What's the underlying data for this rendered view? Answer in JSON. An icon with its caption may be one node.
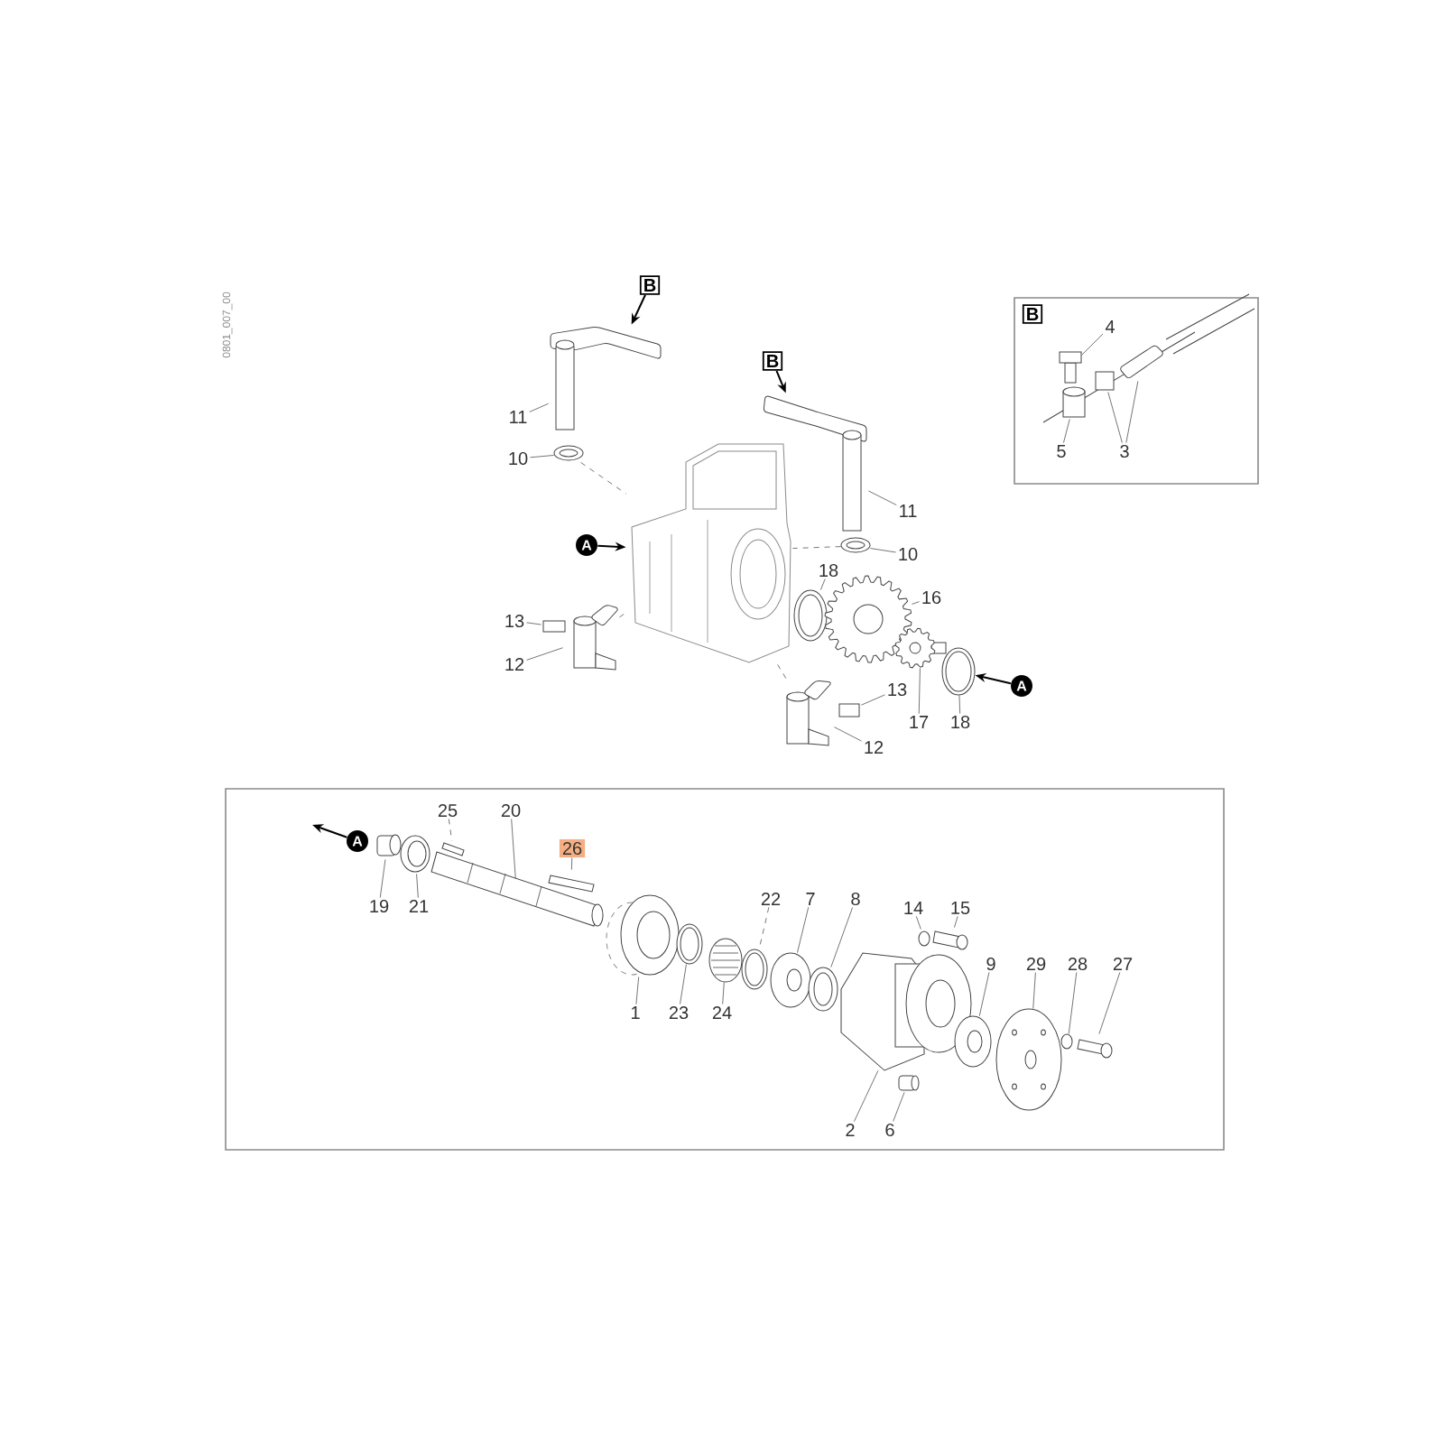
{
  "diagram": {
    "nodes": [
      {
        "text": [
          "B"
        ]
      },
      {
        "text": [
          "B"
        ]
      },
      {
        "text": [],
        "shape": "picture"
      },
      {
        "text": [],
        "shape": "picture"
      },
      {
        "text": [],
        "shape": "picture"
      },
      {
        "text": [],
        "shape": "picture"
      },
      {
        "text": [],
        "shape": "picture"
      },
      {
        "text": [
          "A"
        ]
      },
      {
        "text": [],
        "shape": "picture"
      },
      {
        "text": [],
        "shape": "picture"
      },
      {
        "text": [],
        "shape": "picture"
      },
      {
        "text": [],
        "shape": "picture"
      },
      {
        "text": [
          "A"
        ]
      },
      {
        "text": [],
        "shape": "picture"
      },
      {
        "text": [],
        "shape": "cylinder"
      },
      {
        "text": [],
        "shape": "picture"
      },
      {
        "text": [],
        "shape": "cylinder"
      },
      {
        "text": [
          "11"
        ]
      },
      {
        "text": [
          "10"
        ]
      },
      {
        "text": [
          "11"
        ]
      },
      {
        "text": [
          "10"
        ]
      },
      {
        "text": [
          "18"
        ]
      },
      {
        "text": [
          "16"
        ]
      },
      {
        "text": [
          "17"
        ]
      },
      {
        "text": [
          "18"
        ]
      },
      {
        "text": [
          "13"
        ]
      },
      {
        "text": [
          "12"
        ]
      },
      {
        "text": [
          "13"
        ]
      },
      {
        "text": [
          "12"
        ]
      },
      {
        "text": [],
        "shape": "box"
      },
      {
        "text": [
          "B"
        ],
        "in": 29
      },
      {
        "text": [],
        "shape": "picture",
        "in": 29
      },
      {
        "text": [],
        "shape": "cylinder",
        "in": 29
      },
      {
        "text": [],
        "shape": "box",
        "in": 29
      },
      {
        "text": [],
        "shape": "picture",
        "in": 29
      },
      {
        "text": [
          "4"
        ],
        "in": 29
      },
      {
        "text": [
          "5"
        ],
        "in": 29
      },
      {
        "text": [
          "3"
        ],
        "in": 29
      },
      {
        "text": [],
        "shape": "box"
      },
      {
        "text": [
          "A"
        ],
        "in": 38
      },
      {
        "text": [],
        "shape": "cylinder",
        "in": 38
      },
      {
        "text": [],
        "shape": "picture",
        "in": 38
      },
      {
        "text": [],
        "shape": "bar",
        "in": 38
      },
      {
        "text": [],
        "shape": "picture",
        "in": 38
      },
      {
        "text": [],
        "shape": "bar",
        "in": 38
      },
      {
        "text": [],
        "shape": "picture",
        "in": 38
      },
      {
        "text": [],
        "shape": "picture",
        "in": 38
      },
      {
        "text": [],
        "shape": "picture",
        "in": 38
      },
      {
        "text": [],
        "shape": "picture",
        "in": 38
      },
      {
        "text": [],
        "shape": "picture",
        "in": 38
      },
      {
        "text": [],
        "shape": "picture",
        "in": 38
      },
      {
        "text": [],
        "shape": "picture",
        "in": 38
      },
      {
        "text": [],
        "shape": "circle",
        "in": 38
      },
      {
        "text": [],
        "shape": "cylinder",
        "in": 38
      },
      {
        "text": [],
        "shape": "cylinder",
        "in": 38
      },
      {
        "text": [],
        "shape": "picture",
        "in": 38
      },
      {
        "text": [],
        "shape": "picture",
        "in": 38
      },
      {
        "text": [],
        "shape": "circle",
        "in": 38
      },
      {
        "text": [],
        "shape": "cylinder",
        "in": 38
      },
      {
        "text": [
          "19"
        ],
        "in": 38
      },
      {
        "text": [
          "21"
        ],
        "in": 38
      },
      {
        "text": [
          "25"
        ],
        "in": 38
      },
      {
        "text": [
          "20"
        ],
        "in": 38
      },
      {
        "text": [
          "26"
        ],
        "in": 38
      },
      {
        "text": [
          "1"
        ],
        "in": 38
      },
      {
        "text": [
          "23"
        ],
        "in": 38
      },
      {
        "text": [
          "24"
        ],
        "in": 38
      },
      {
        "text": [
          "22"
        ],
        "in": 38
      },
      {
        "text": [
          "7"
        ],
        "in": 38
      },
      {
        "text": [
          "8"
        ],
        "in": 38
      },
      {
        "text": [
          "2"
        ],
        "in": 38
      },
      {
        "text": [
          "14"
        ],
        "in": 38
      },
      {
        "text": [
          "15"
        ],
        "in": 38
      },
      {
        "text": [
          "6"
        ],
        "in": 38
      },
      {
        "text": [
          "9"
        ],
        "in": 38
      },
      {
        "text": [
          "29"
        ],
        "in": 38
      },
      {
        "text": [
          "28"
        ],
        "in": 38
      },
      {
        "text": [
          "27"
        ],
        "in": 38
      }
    ],
    "edges": [
      {
        "from": 0,
        "to": 2,
        "arrow": "to",
        "color": "#000000"
      },
      {
        "from": 1,
        "to": 4,
        "arrow": "to",
        "color": "#000000"
      },
      {
        "from": 7,
        "to": 6,
        "arrow": "to",
        "color": "#000000"
      },
      {
        "from": 12,
        "to": 11,
        "arrow": "to",
        "color": "#000000"
      },
      {
        "from": 39,
        "to": null,
        "arrow": "to",
        "color": "#000000"
      },
      {
        "from": 17,
        "to": 2,
        "arrow": "none"
      },
      {
        "from": 18,
        "to": 3,
        "arrow": "none"
      },
      {
        "from": 19,
        "to": 4,
        "arrow": "none"
      },
      {
        "from": 20,
        "to": 5,
        "arrow": "none"
      },
      {
        "from": 21,
        "to": 8,
        "arrow": "none"
      },
      {
        "from": 22,
        "to": 9,
        "arrow": "none"
      },
      {
        "from": 23,
        "to": 10,
        "arrow": "none"
      },
      {
        "from": 24,
        "to": 11,
        "arrow": "none"
      },
      {
        "from": 25,
        "to": 14,
        "arrow": "none"
      },
      {
        "from": 26,
        "to": 13,
        "arrow": "none"
      },
      {
        "from": 27,
        "to": 16,
        "arrow": "none"
      },
      {
        "from": 28,
        "to": 15,
        "arrow": "none"
      },
      {
        "from": 3,
        "to": 6,
        "arrow": "none",
        "style": "dashed"
      },
      {
        "from": 5,
        "to": 6,
        "arrow": "none",
        "style": "dashed"
      },
      {
        "from": 13,
        "to": 6,
        "arrow": "none",
        "style": "dashed"
      },
      {
        "from": 15,
        "to": 6,
        "arrow": "none",
        "style": "dashed"
      },
      {
        "from": 35,
        "to": 31,
        "arrow": "none"
      },
      {
        "from": 36,
        "to": 32,
        "arrow": "none"
      },
      {
        "from": 37,
        "to": 33,
        "arrow": "none"
      },
      {
        "from": 37,
        "to": 34,
        "arrow": "none"
      },
      {
        "from": 59,
        "to": 40,
        "arrow": "none"
      },
      {
        "from": 60,
        "to": 41,
        "arrow": "none"
      },
      {
        "from": 61,
        "to": 42,
        "arrow": "none",
        "style": "dashed"
      },
      {
        "from": 62,
        "to": 43,
        "arrow": "none"
      },
      {
        "from": 63,
        "to": 44,
        "arrow": "none"
      },
      {
        "from": 64,
        "to": 45,
        "arrow": "none"
      },
      {
        "from": 65,
        "to": 46,
        "arrow": "none"
      },
      {
        "from": 66,
        "to": 47,
        "arrow": "none"
      },
      {
        "from": 67,
        "to": 48,
        "arrow": "none",
        "style": "dashed"
      },
      {
        "from": 68,
        "to": 49,
        "arrow": "none"
      },
      {
        "from": 69,
        "to": 50,
        "arrow": "none"
      },
      {
        "from": 70,
        "to": 51,
        "arrow": "none"
      },
      {
        "from": 71,
        "to": 52,
        "arrow": "none"
      },
      {
        "from": 72,
        "to": 53,
        "arrow": "none"
      },
      {
        "from": 73,
        "to": 54,
        "arrow": "none"
      },
      {
        "from": 74,
        "to": 55,
        "arrow": "none"
      },
      {
        "from": 75,
        "to": 56,
        "arrow": "none"
      },
      {
        "from": 76,
        "to": 57,
        "arrow": "none"
      },
      {
        "from": 77,
        "to": 58,
        "arrow": "none"
      }
    ],
    "labels": [
      "0801_007_00"
    ]
  }
}
